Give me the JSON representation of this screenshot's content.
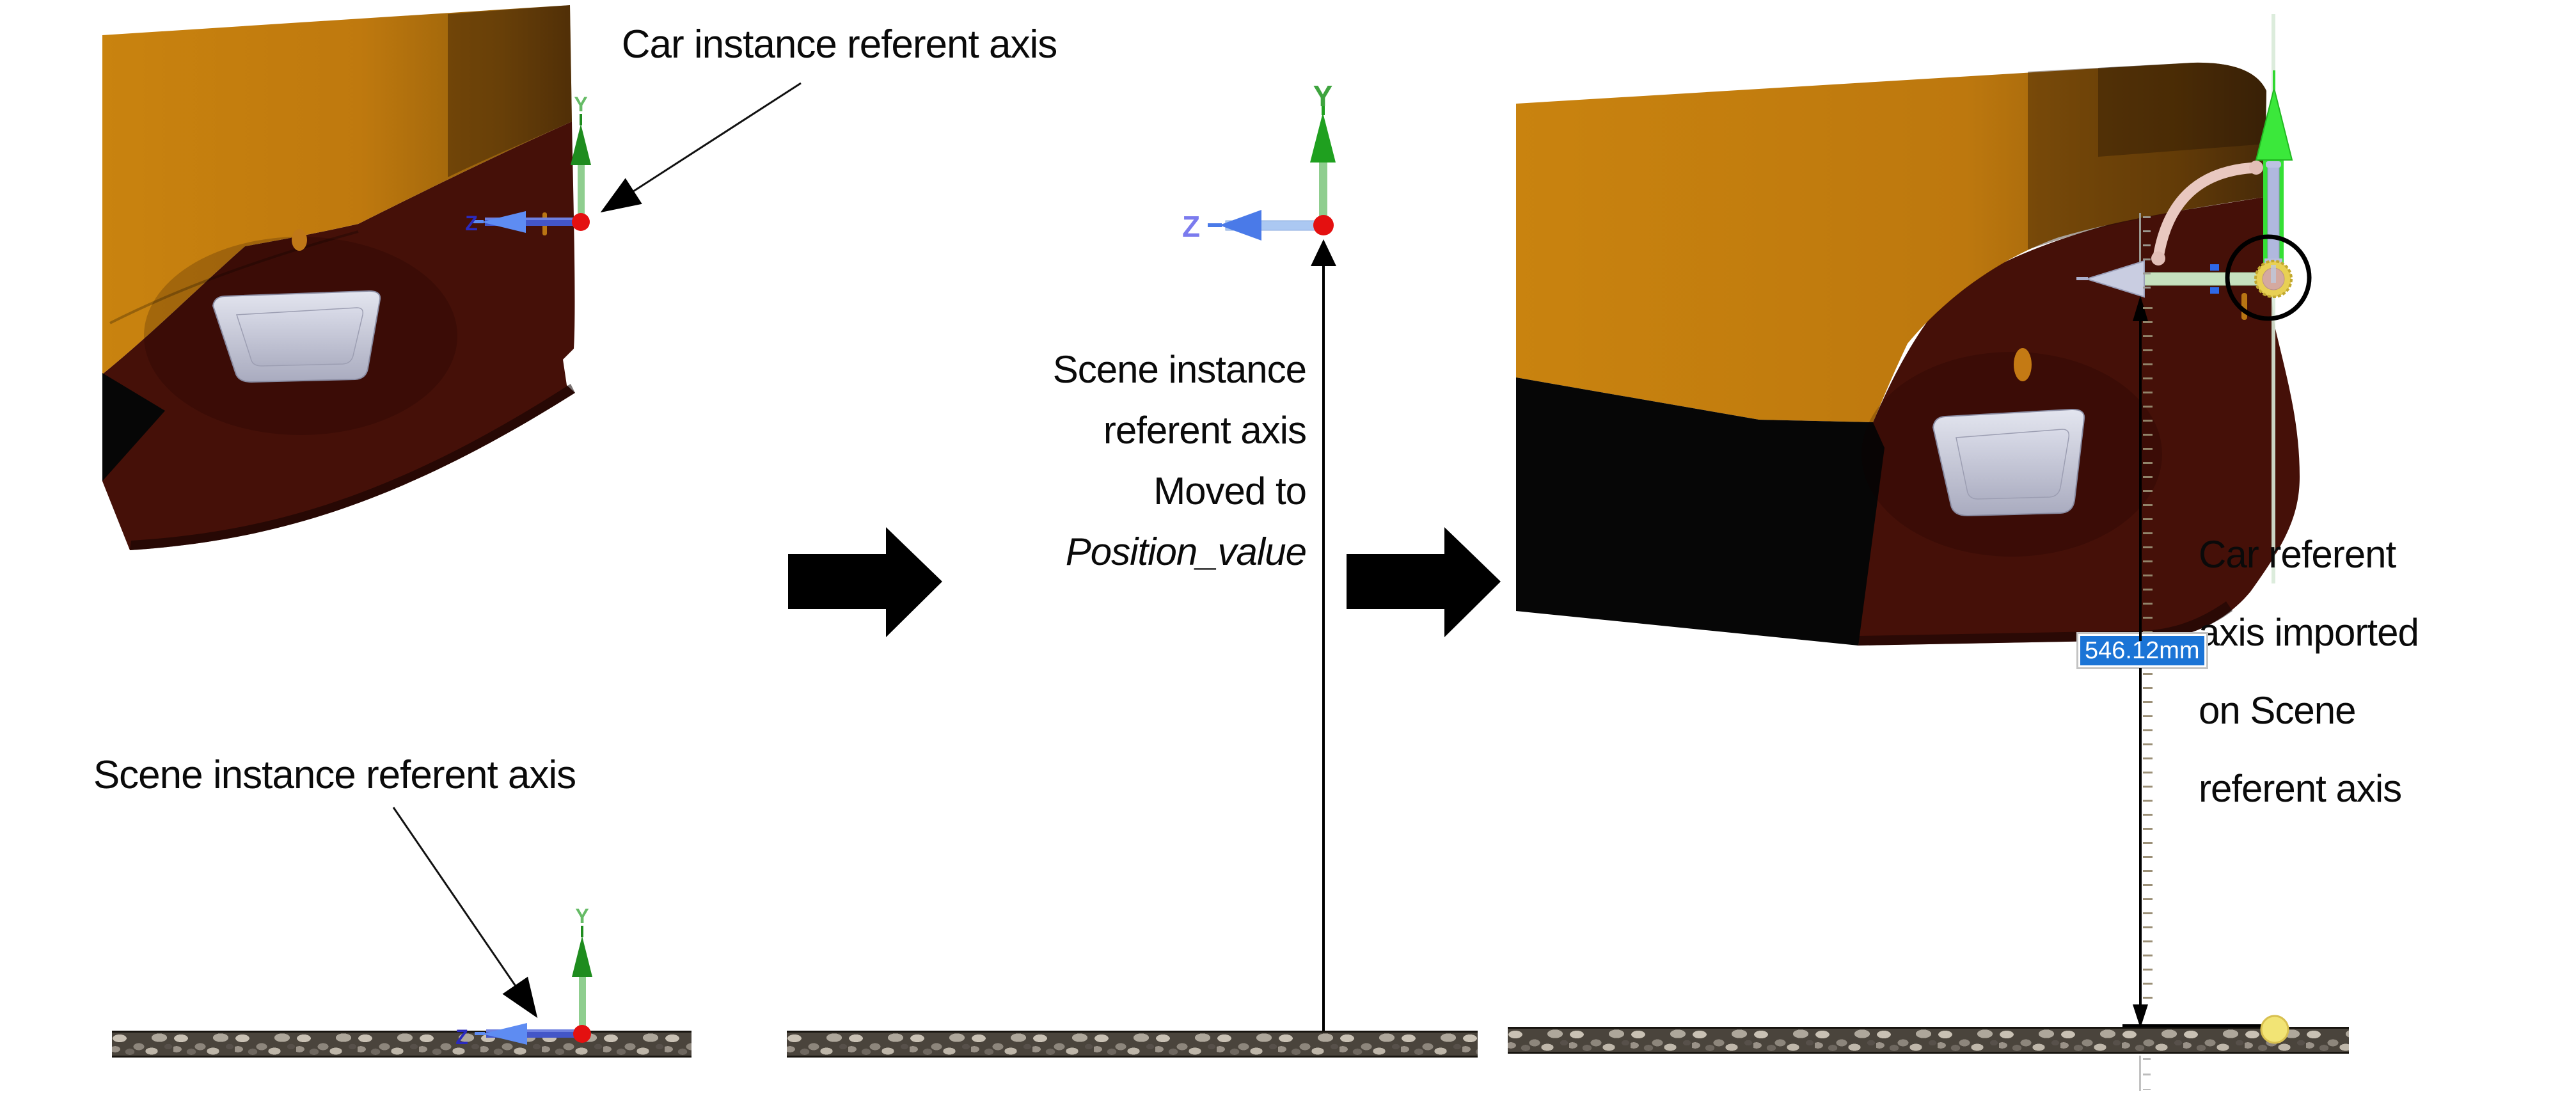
{
  "labels": {
    "car_instance_axis": "Car instance referent axis",
    "scene_instance_axis": "Scene instance referent axis"
  },
  "middle_caption": {
    "lines": [
      "Scene instance",
      "referent axis",
      "Moved to",
      "Position_value"
    ]
  },
  "right_caption": {
    "lines": [
      "Car referent",
      "axis imported",
      "on Scene",
      "referent axis"
    ]
  },
  "measurement": {
    "value": "546.12mm"
  },
  "axis_labels": {
    "y": "Y",
    "z": "Z"
  },
  "colors": {
    "car-orange": "#C0790E",
    "car-maroon": "#451008",
    "car-black": "#060606",
    "handle-silver": "#CDCFDE",
    "axis-green-dark": "#1E8C1E",
    "axis-green-light": "#8FCE8F",
    "axis-green-label": "#52AE52",
    "axis-blue-dark": "#4356C8",
    "axis-blue-light": "#5E8CF2",
    "axis-blue-mid-shaft": "#ABC8F2",
    "axis-blue-mid-head": "#4A7AE8",
    "origin-red": "#E41010",
    "manip-green": "#35E035",
    "manip-lavender": "#B0B8DE",
    "manip-palegreen": "#C6E0BE",
    "manip-pink": "#E9C8C0",
    "manip-yellow": "#E8D054",
    "dot-yellow": "#F2E475",
    "highlight-blue": "#1B74D6",
    "field-border": "#C3C3C3",
    "ground-base": "#4A443C"
  }
}
